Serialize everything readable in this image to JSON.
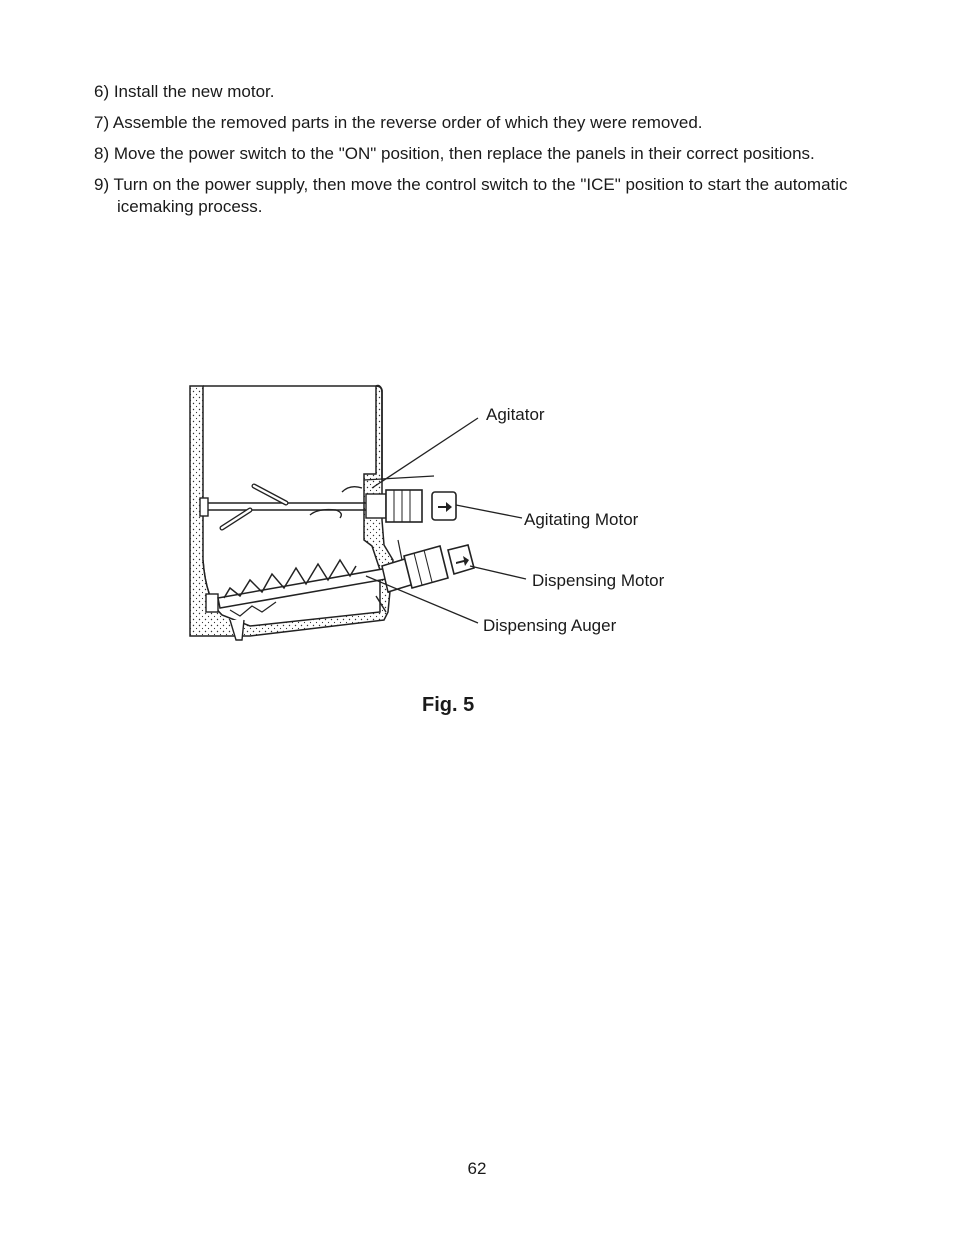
{
  "steps": [
    "6) Install the new motor.",
    "7) Assemble the removed parts in the reverse order of which they were removed.",
    "8) Move the power switch to the \"ON\" position, then replace the panels in their correct positions.",
    "9) Turn on the power supply, then move the control switch to the \"ICE\" position to start the automatic icemaking process."
  ],
  "figure": {
    "labels": {
      "agitator": "Agitator",
      "agitating_motor": "Agitating Motor",
      "dispensing_motor": "Dispensing Motor",
      "dispensing_auger": "Dispensing Auger"
    },
    "caption": "Fig. 5"
  },
  "page_number": "62"
}
